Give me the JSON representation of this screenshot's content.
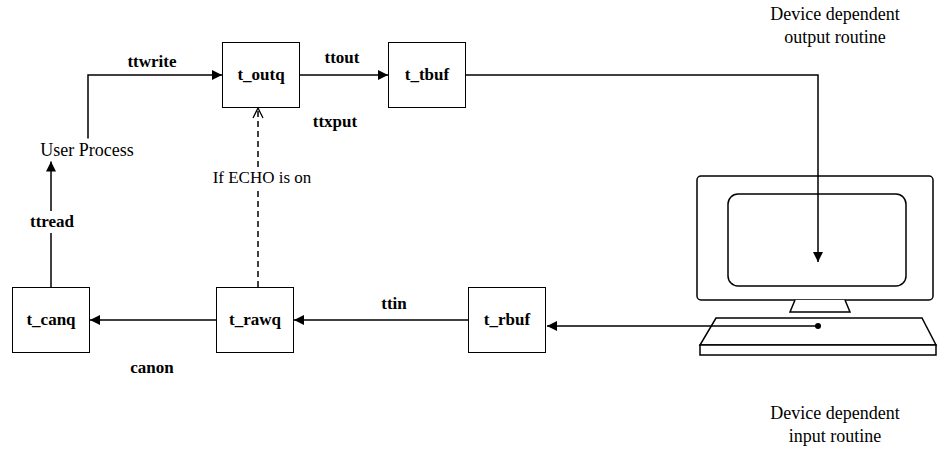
{
  "diagram": {
    "nodes": [
      {
        "text": [
          "User Process"
        ]
      },
      {
        "text": [
          "t_outq"
        ]
      },
      {
        "text": [
          "t_tbuf"
        ]
      },
      {
        "text": [
          "t_canq"
        ]
      },
      {
        "text": [
          "t_rawq"
        ]
      },
      {
        "text": [
          "t_rbuf"
        ]
      }
    ],
    "edges": [
      {
        "from": 0,
        "to": 1,
        "label": "ttwrite",
        "arrow": "to"
      },
      {
        "from": 1,
        "to": 2,
        "label": "ttout",
        "arrow": "to"
      },
      {
        "from": 4,
        "to": 1,
        "label": "ttxput",
        "arrow": "to"
      },
      {
        "from": 5,
        "to": 4,
        "label": "ttin",
        "arrow": "to"
      },
      {
        "from": 4,
        "to": 3,
        "label": "canon",
        "arrow": "to"
      },
      {
        "from": 3,
        "to": 0,
        "label": "ttread",
        "arrow": "to"
      }
    ],
    "labels": [
      "Device dependent output routine",
      "If ECHO is on",
      "Device dependent input routine"
    ]
  }
}
